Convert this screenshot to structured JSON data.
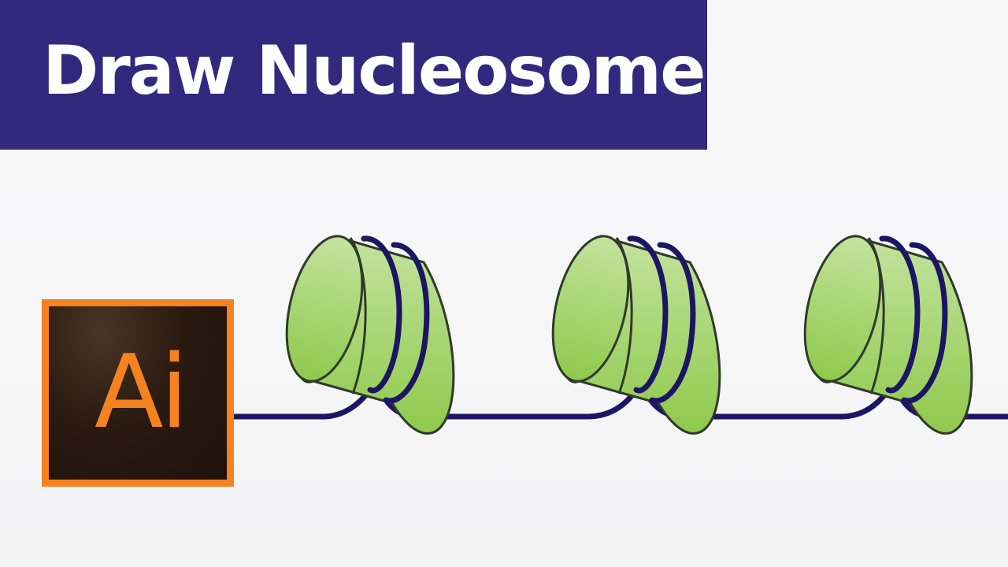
{
  "title": {
    "text": "Draw Nucleosome",
    "banner_color": "#32287e",
    "text_color": "#ffffff"
  },
  "logo": {
    "text": "Ai",
    "accent_color": "#f58220",
    "background_color": "#2a1a10"
  },
  "diagram": {
    "nucleosome_count": 3,
    "histone_fill_top": "#c3e39e",
    "histone_fill_bottom": "#8fc94c",
    "histone_outline": "#2f3a2a",
    "dna_color": "#1c1563"
  }
}
